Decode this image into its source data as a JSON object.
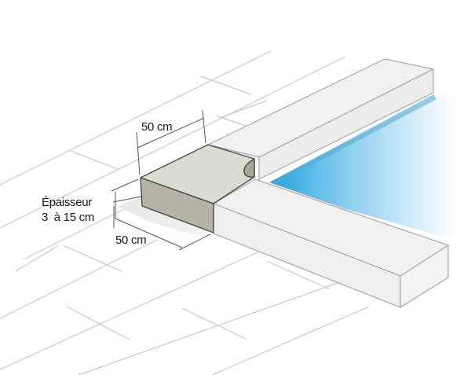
{
  "diagram": {
    "subject": "Margelle de piscine (pool coping stone)",
    "labels": {
      "top_width": "50 cm",
      "depth": "50 cm",
      "thickness_line1": "Épaisseur",
      "thickness_line2": "3  à 15 cm"
    },
    "colors": {
      "stone_top": "#dcdbd2",
      "stone_front": "#b5b3a5",
      "stone_outline": "#4a4a44",
      "coping_face": "#f1f1f1",
      "coping_outline": "#a8a8a8",
      "water_edge": "#1fa3dd",
      "water_fade": "#ffffff",
      "pavement_lines": "#c8c8c8",
      "dimension_lines": "#555555",
      "text": "#1a1a1a"
    }
  }
}
